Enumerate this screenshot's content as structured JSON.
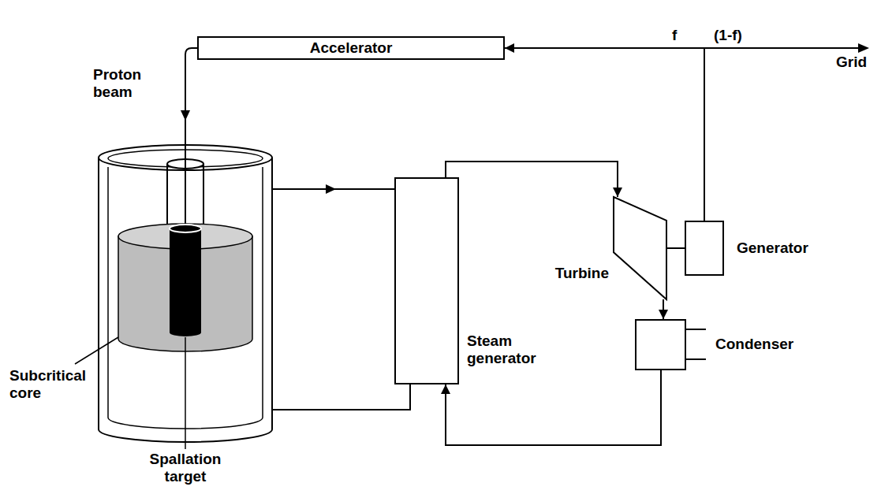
{
  "diagram": {
    "nodes": [
      {
        "text": [
          "Accelerator"
        ]
      },
      {
        "text": [
          "Steam generator"
        ]
      },
      {
        "text": [
          "Turbine"
        ]
      },
      {
        "text": [
          "Generator"
        ]
      },
      {
        "text": [
          "Condenser"
        ]
      }
    ],
    "edges": [
      {
        "from": 3,
        "to": 0,
        "arrow": "to",
        "label": "f"
      },
      {
        "from": 1,
        "to": 2,
        "arrow": "to"
      },
      {
        "from": 2,
        "to": 4,
        "arrow": "to"
      },
      {
        "from": 4,
        "to": 1,
        "arrow": "to"
      },
      {
        "from": 2,
        "to": 3,
        "arrow": "none"
      }
    ],
    "labels": [
      "Proton beam",
      "Subcritical core",
      "Spallation target",
      "(1-f)",
      "Grid"
    ]
  }
}
